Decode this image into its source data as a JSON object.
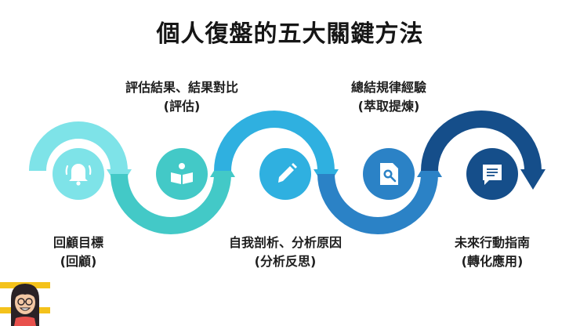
{
  "title": "個人復盤的五大關鍵方法",
  "steps": [
    {
      "label": "回顧目標",
      "sub": "(回顧)",
      "icon": "bell-icon",
      "color": "#7ee3e8"
    },
    {
      "label": "評估結果、結果對比",
      "sub": "(評估)",
      "icon": "open-book-icon",
      "color": "#43c9c7"
    },
    {
      "label": "自我剖析、分析原因",
      "sub": "(分析反思)",
      "icon": "pencil-icon",
      "color": "#2fb0e0"
    },
    {
      "label": "總結規律經驗",
      "sub": "(萃取提煉)",
      "icon": "document-search-icon",
      "color": "#2b82c6"
    },
    {
      "label": "未來行動指南",
      "sub": "(轉化應用)",
      "icon": "message-icon",
      "color": "#154e8a"
    }
  ]
}
